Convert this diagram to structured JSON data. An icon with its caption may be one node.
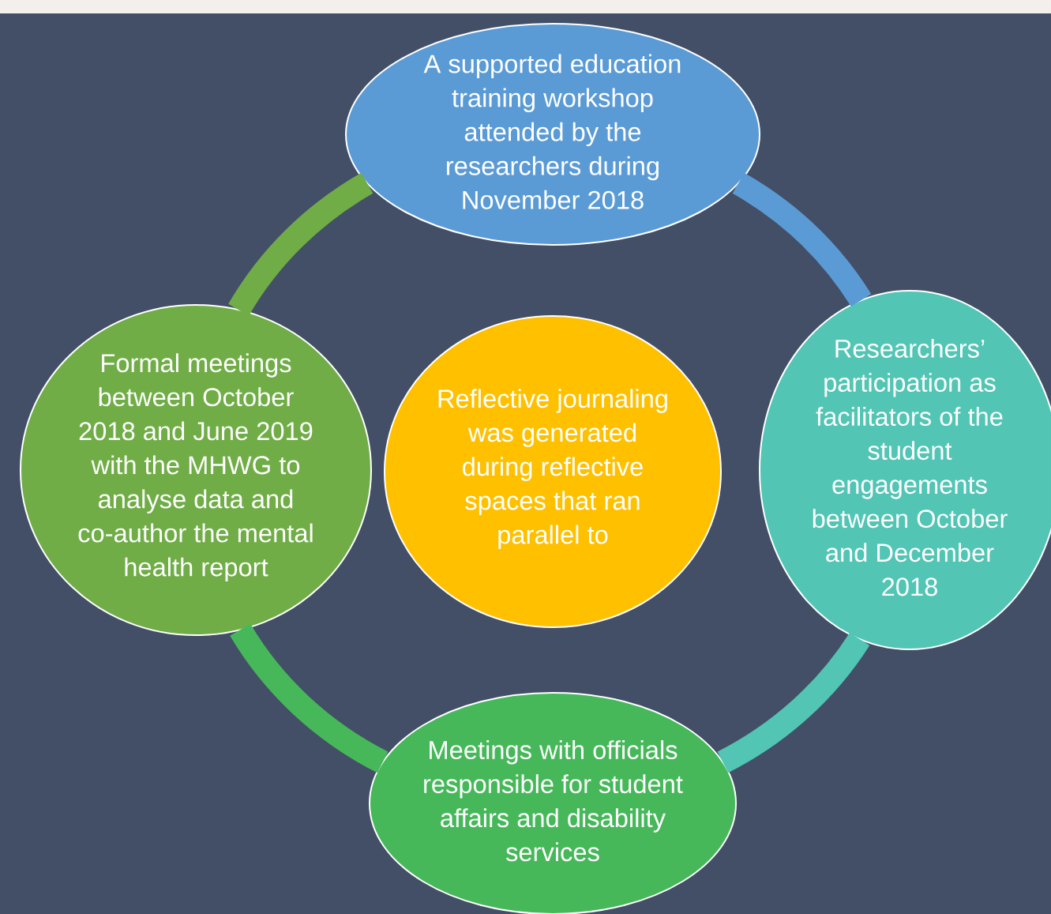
{
  "diagram": {
    "nodes": [
      {
        "text": [
          "A supported education training workshop attended by the researchers during November 2018"
        ]
      },
      {
        "text": [
          "Formal meetings between October 2018 and June 2019 with the MHWG to analyse data and co-author the mental health report"
        ]
      },
      {
        "text": [
          "Reflective journaling was generated during reflective spaces that ran parallel to"
        ]
      },
      {
        "text": [
          "Researchers’ participation as facilitators of the student engagements between October and December 2018"
        ]
      },
      {
        "text": [
          "Meetings with officials responsible for student affairs and disability services"
        ]
      }
    ],
    "edges": [
      {
        "from": 0,
        "to": 3,
        "arrow": "none",
        "color": "#5b9bd5"
      },
      {
        "from": 3,
        "to": 4,
        "arrow": "none",
        "color": "#52c5b4"
      },
      {
        "from": 4,
        "to": 1,
        "arrow": "none",
        "color": "#46b85a"
      },
      {
        "from": 1,
        "to": 0,
        "arrow": "none",
        "color": "#70ad47"
      }
    ]
  }
}
